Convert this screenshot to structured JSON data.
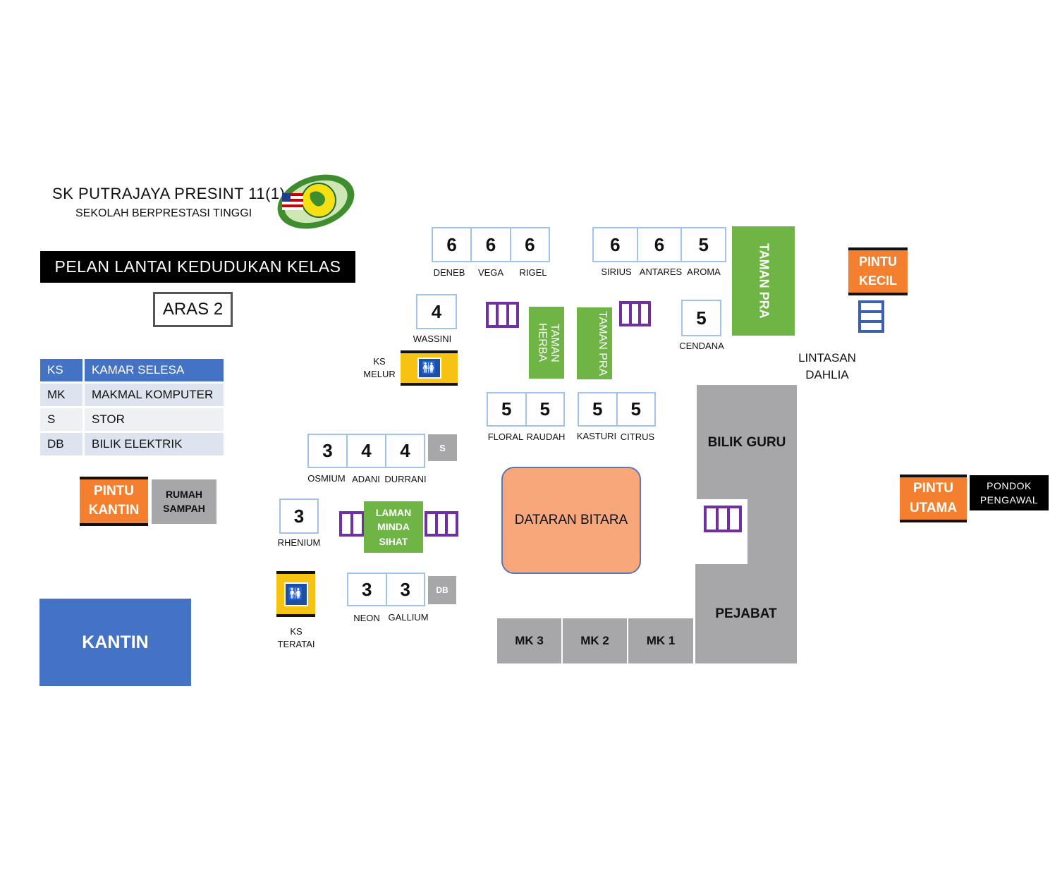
{
  "header": {
    "school_name": "SK PUTRAJAYA PRESINT 11(1)",
    "school_subtitle": "SEKOLAH BERPRESTASI TINGGI",
    "plan_title": "PELAN LANTAI KEDUDUKAN KELAS",
    "level": "ARAS 2"
  },
  "legend": [
    {
      "code": "KS",
      "meaning": "KAMAR SELESA"
    },
    {
      "code": "MK",
      "meaning": "MAKMAL KOMPUTER"
    },
    {
      "code": "S",
      "meaning": "STOR"
    },
    {
      "code": "DB",
      "meaning": "BILIK ELEKTRIK"
    }
  ],
  "colors": {
    "classroom_border": "#9fc3ea",
    "gate": "#f4802f",
    "garden": "#6fb546",
    "building": "#a7a7aa",
    "canteen": "#4472c4",
    "stairs": "#7030a0",
    "toilet": "#f6c313"
  },
  "classrooms": {
    "top_left": [
      {
        "grade": "6",
        "name": "DENEB"
      },
      {
        "grade": "6",
        "name": "VEGA"
      },
      {
        "grade": "6",
        "name": "RIGEL"
      }
    ],
    "top_right": [
      {
        "grade": "6",
        "name": "SIRIUS"
      },
      {
        "grade": "6",
        "name": "ANTARES"
      },
      {
        "grade": "5",
        "name": "AROMA"
      }
    ],
    "wassini": {
      "grade": "4",
      "name": "WASSINI"
    },
    "cendana": {
      "grade": "5",
      "name": "CENDANA"
    },
    "mid_left": [
      {
        "grade": "5",
        "name": "FLORAL"
      },
      {
        "grade": "5",
        "name": "RAUDAH"
      }
    ],
    "mid_right": [
      {
        "grade": "5",
        "name": "KASTURI"
      },
      {
        "grade": "5",
        "name": "CITRUS"
      }
    ],
    "left_row": [
      {
        "grade": "3",
        "name": "OSMIUM"
      },
      {
        "grade": "4",
        "name": "ADANI"
      },
      {
        "grade": "4",
        "name": "DURRANI"
      }
    ],
    "rhenium": {
      "grade": "3",
      "name": "RHENIUM"
    },
    "bottom_row": [
      {
        "grade": "3",
        "name": "NEON"
      },
      {
        "grade": "3",
        "name": "GALLIUM"
      }
    ]
  },
  "places": {
    "taman_pra_big": "TAMAN PRA",
    "taman_herba": "TAMAN HERBA",
    "taman_pra_small": "TAMAN PRA",
    "pintu_kecil": [
      "PINTU",
      "KECIL"
    ],
    "lintasan": [
      "LINTASAN",
      "DAHLIA"
    ],
    "ks_melur": [
      "KS",
      "MELUR"
    ],
    "ks_teratai": [
      "KS",
      "TERATAI"
    ],
    "stor": "S",
    "db": "DB",
    "laman": [
      "LAMAN",
      "MINDA",
      "SIHAT"
    ],
    "dataran": "DATARAN BITARA",
    "bilik_guru": "BILIK GURU",
    "pejabat": "PEJABAT",
    "labs": [
      "MK 3",
      "MK 2",
      "MK 1"
    ],
    "pintu_kantin": [
      "PINTU",
      "KANTIN"
    ],
    "rumah_sampah": [
      "RUMAH",
      "SAMPAH"
    ],
    "kantin": "KANTIN",
    "pintu_utama": [
      "PINTU",
      "UTAMA"
    ],
    "pondok": [
      "PONDOK",
      "PENGAWAL"
    ]
  },
  "icons": {
    "logo": "school-crest-icon",
    "toilet": "toilet-icon",
    "stairs": "stairs-icon"
  }
}
